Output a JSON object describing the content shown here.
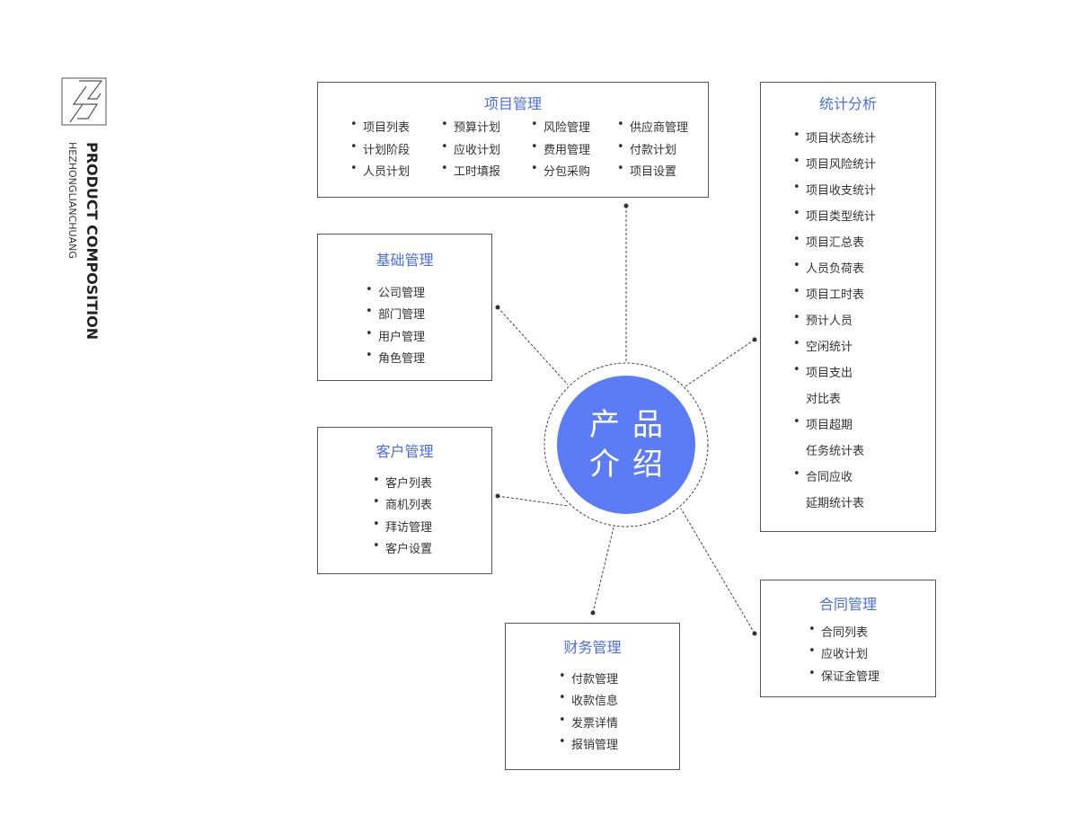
{
  "brand": {
    "title": "PRODUCT COMPOSITION",
    "subtitle": "HEZHONGLIANCHUANG",
    "logo_text": "HZ"
  },
  "center": {
    "line1": "产品",
    "line2": "介绍",
    "color": "#5b7cf5"
  },
  "accent": "#4a6cf0",
  "modules": {
    "project": {
      "title": "项目管理",
      "columns": [
        [
          "项目列表",
          "计划阶段",
          "人员计划"
        ],
        [
          "预算计划",
          "应收计划",
          "工时填报"
        ],
        [
          "风险管理",
          "费用管理",
          "分包采购"
        ],
        [
          "供应商管理",
          "付款计划",
          "项目设置"
        ]
      ]
    },
    "stats": {
      "title": "统计分析",
      "items": [
        {
          "text": "项目状态统计",
          "bullet": true
        },
        {
          "text": "项目风险统计",
          "bullet": true
        },
        {
          "text": "项目收支统计",
          "bullet": true
        },
        {
          "text": "项目类型统计",
          "bullet": true
        },
        {
          "text": "项目汇总表",
          "bullet": true
        },
        {
          "text": "人员负荷表",
          "bullet": true
        },
        {
          "text": "项目工时表",
          "bullet": true
        },
        {
          "text": "预计人员",
          "bullet": true
        },
        {
          "text": "空闲统计",
          "bullet": true
        },
        {
          "text": "项目支出",
          "bullet": true
        },
        {
          "text": "对比表",
          "bullet": false
        },
        {
          "text": "项目超期",
          "bullet": true
        },
        {
          "text": "任务统计表",
          "bullet": false
        },
        {
          "text": "合同应收",
          "bullet": true
        },
        {
          "text": "延期统计表",
          "bullet": false
        }
      ]
    },
    "base": {
      "title": "基础管理",
      "items": [
        "公司管理",
        "部门管理",
        "用户管理",
        "角色管理"
      ]
    },
    "customer": {
      "title": "客户管理",
      "items": [
        "客户列表",
        "商机列表",
        "拜访管理",
        "客户设置"
      ]
    },
    "finance": {
      "title": "财务管理",
      "items": [
        "付款管理",
        "收款信息",
        "发票详情",
        "报销管理"
      ]
    },
    "contract": {
      "title": "合同管理",
      "items": [
        "合同列表",
        "应收计划",
        "保证金管理"
      ]
    }
  }
}
